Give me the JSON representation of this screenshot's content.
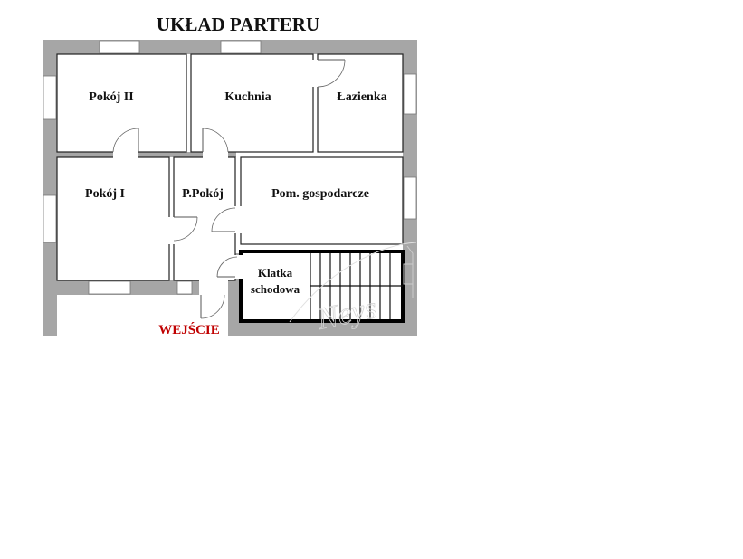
{
  "title": "UKŁAD PARTERU",
  "rooms": {
    "pokoj_ii": "Pokój II",
    "kuchnia": "Kuchnia",
    "lazienka": "Łazienka",
    "pokoj_i": "Pokój I",
    "przedpokoj": "P.Pokój",
    "pom_gospodarcze": "Pom. gospodarcze",
    "klatka_line1": "Klatka",
    "klatka_line2": "schodowa"
  },
  "entrance": "WEJŚCIE",
  "colors": {
    "wall": "#a6a6a6",
    "entrance_text": "#c00000",
    "stair_room_fill": "#000000"
  },
  "watermark_icon": "faint-signature-watermark-icon"
}
